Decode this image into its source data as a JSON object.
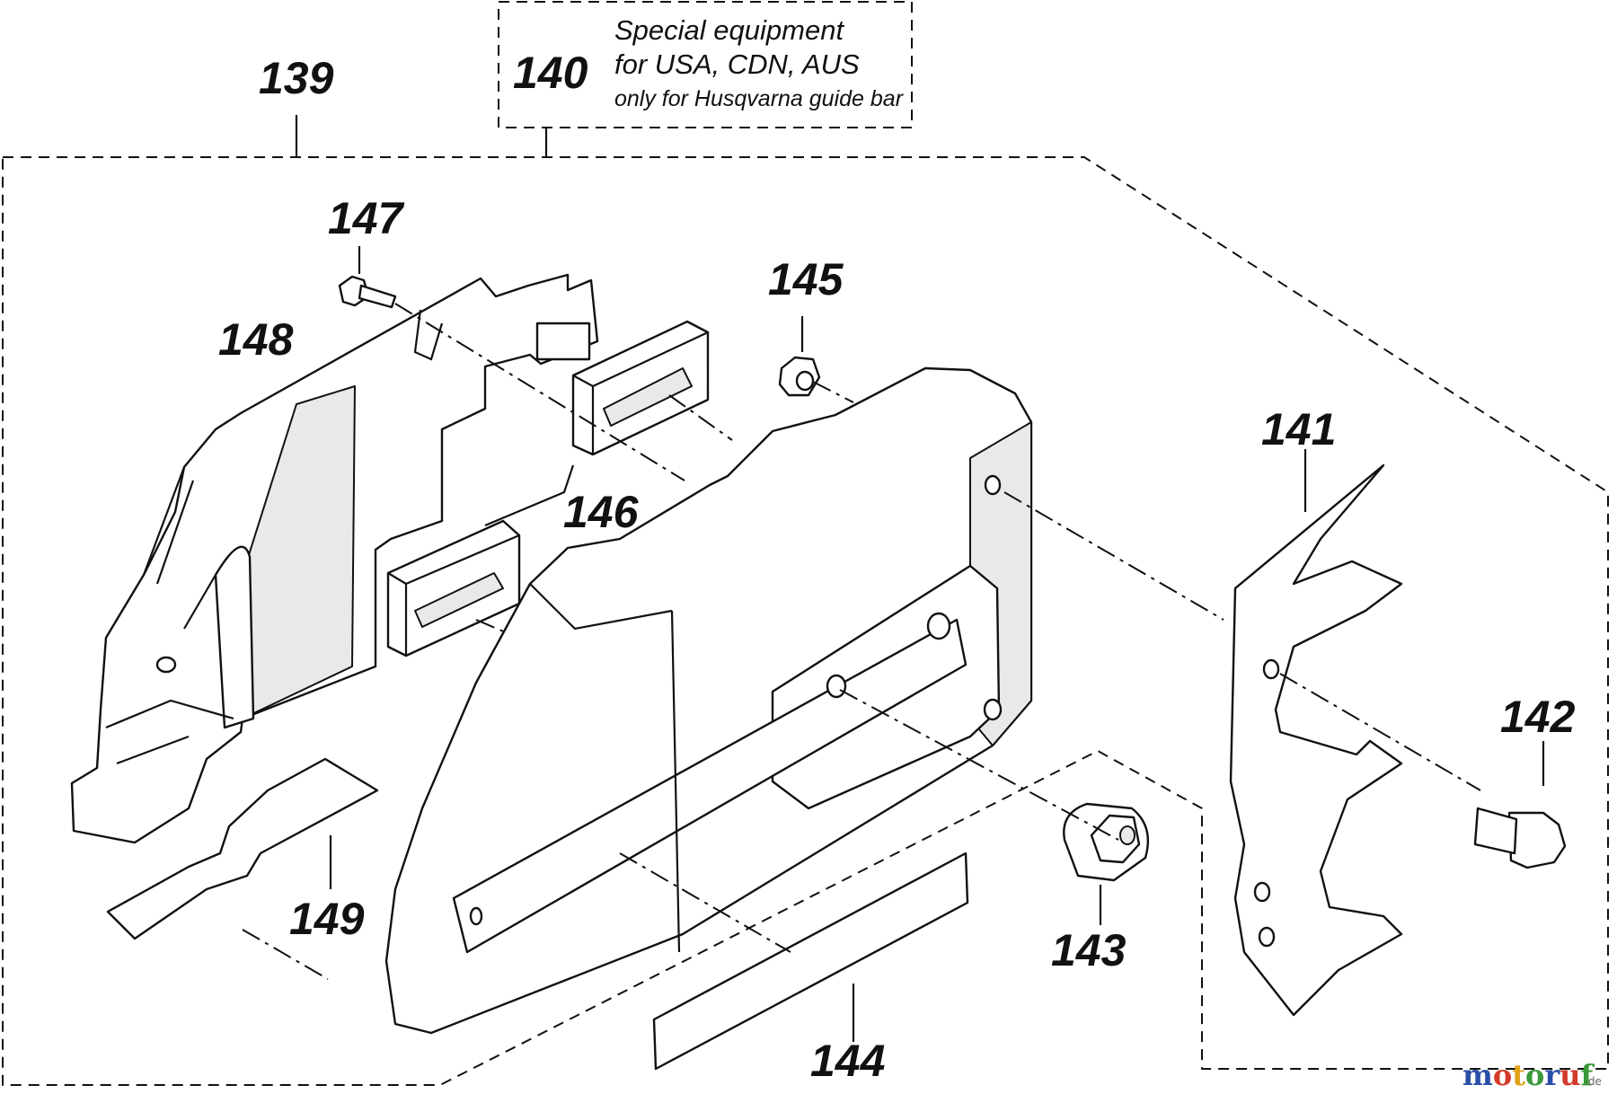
{
  "labels": {
    "p139": "139",
    "p140": "140",
    "p141": "141",
    "p142": "142",
    "p143": "143",
    "p144": "144",
    "p145": "145",
    "p146": "146",
    "p147": "147",
    "p148": "148",
    "p149": "149"
  },
  "note": {
    "line1": "Special equipment",
    "line2": "for USA, CDN, AUS",
    "line3": "only for Husqvarna guide bar"
  },
  "watermark": {
    "brand": "motoruf",
    "suffix": ".de"
  },
  "colors": {
    "line": "#111111",
    "shade": "#e9e9e9",
    "watermark": [
      "#2a4fa8",
      "#d23a2a",
      "#e0a21a",
      "#3a9a3a",
      "#2a4fa8",
      "#d23a2a",
      "#3a9a3a"
    ]
  }
}
